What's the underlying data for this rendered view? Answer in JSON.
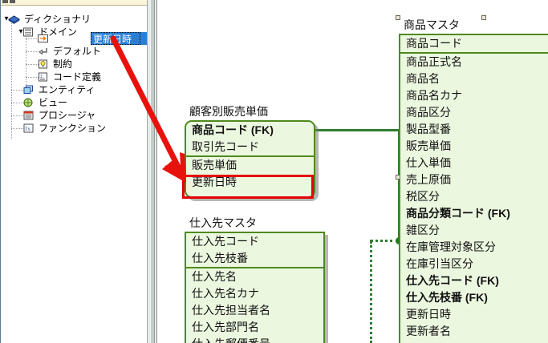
{
  "window": {
    "tree_panel": {
      "items": [
        {
          "label": "ディクショナリ",
          "icon": "dictionary-book-icon",
          "indent": 0,
          "twisty": "collapse",
          "selected": false
        },
        {
          "label": "ドメイン",
          "icon": "domain-icon",
          "indent": 1,
          "twisty": "collapse",
          "selected": false
        },
        {
          "label": "更新日時",
          "icon": "domain-item-arrow-icon",
          "indent": 2,
          "twisty": "none",
          "selected": true
        },
        {
          "label": "デフォルト",
          "icon": "default-return-icon",
          "indent": 2,
          "twisty": "none",
          "selected": false
        },
        {
          "label": "制約",
          "icon": "constraint-bulb-icon",
          "indent": 2,
          "twisty": "none",
          "selected": false
        },
        {
          "label": "コード定義",
          "icon": "code-definition-icon",
          "indent": 2,
          "twisty": "none",
          "selected": false
        },
        {
          "label": "エンティティ",
          "icon": "entity-stack-icon",
          "indent": 1,
          "twisty": "none",
          "selected": false
        },
        {
          "label": "ビュー",
          "icon": "view-sphere-icon",
          "indent": 1,
          "twisty": "none",
          "selected": false
        },
        {
          "label": "プロシージャ",
          "icon": "procedure-icon",
          "indent": 1,
          "twisty": "none",
          "selected": false
        },
        {
          "label": "ファンクション",
          "icon": "function-fx-icon",
          "indent": 1,
          "twisty": "none",
          "selected": false
        }
      ]
    },
    "diagram": {
      "entities": [
        {
          "name": "顧客別販売単価",
          "pk": [
            {
              "text": "商品コード (FK)",
              "bold": true
            },
            {
              "text": "取引先コード",
              "bold": false
            }
          ],
          "attrs": [
            {
              "text": "販売単価",
              "bold": false
            },
            {
              "text": "更新日時",
              "bold": false
            }
          ],
          "highlight_row": "更新日時"
        },
        {
          "name": "仕入先マスタ",
          "pk": [
            {
              "text": "仕入先コード",
              "bold": false
            },
            {
              "text": "仕入先枝番",
              "bold": false
            }
          ],
          "attrs": [
            {
              "text": "仕入先名",
              "bold": false
            },
            {
              "text": "仕入先名カナ",
              "bold": false
            },
            {
              "text": "仕入先担当者名",
              "bold": false
            },
            {
              "text": "仕入先部門名",
              "bold": false
            },
            {
              "text": "仕入先郵便番号",
              "bold": false
            }
          ],
          "highlight_row": ""
        },
        {
          "name": "商品マスタ",
          "pk": [
            {
              "text": "商品コード",
              "bold": false
            }
          ],
          "attrs": [
            {
              "text": "商品正式名",
              "bold": false
            },
            {
              "text": "商品名",
              "bold": false
            },
            {
              "text": "商品名カナ",
              "bold": false
            },
            {
              "text": "商品区分",
              "bold": false
            },
            {
              "text": "製品型番",
              "bold": false
            },
            {
              "text": "販売単価",
              "bold": false
            },
            {
              "text": "仕入単価",
              "bold": false
            },
            {
              "text": "売上原価",
              "bold": false
            },
            {
              "text": "税区分",
              "bold": false
            },
            {
              "text": "商品分類コード (FK)",
              "bold": true
            },
            {
              "text": "雑区分",
              "bold": false
            },
            {
              "text": "在庫管理対象区分",
              "bold": false
            },
            {
              "text": "在庫引当区分",
              "bold": false
            },
            {
              "text": "仕入先コード (FK)",
              "bold": true
            },
            {
              "text": "仕入先枝番 (FK)",
              "bold": true
            },
            {
              "text": "更新日時",
              "bold": false
            },
            {
              "text": "更新者名",
              "bold": false
            }
          ],
          "highlight_row": ""
        }
      ]
    },
    "colors": {
      "entity_fill": "#ebf7df",
      "entity_border": "#4f8a1f",
      "selection_blue": "#2a7fd4",
      "annotation_red": "#e60000",
      "connector_green": "#2f7d2f"
    }
  }
}
